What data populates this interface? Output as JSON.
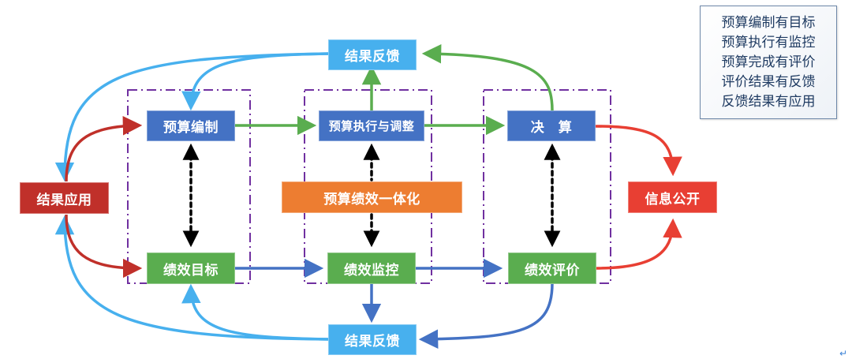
{
  "diagram": {
    "nodes": {
      "feedback_top": "结果反馈",
      "feedback_bottom": "结果反馈",
      "budget_compile": "预算编制",
      "budget_execute": "预算执行与调整",
      "final_accounts": "决　算",
      "perf_target": "绩效目标",
      "perf_monitor": "绩效监控",
      "perf_evaluate": "绩效评价",
      "integration": "预算绩效一体化",
      "result_apply": "结果应用",
      "info_disclosure": "信息公开"
    },
    "legend": [
      "预算编制有目标",
      "预算执行有监控",
      "预算完成有评价",
      "评价结果有反馈",
      "反馈结果有应用"
    ],
    "colors": {
      "budget_node": "#4472c4",
      "performance_node": "#5aad4f",
      "feedback_node": "#47b0ee",
      "integration_node": "#ed7d31",
      "apply_node": "#c0302a",
      "disclosure_node": "#e83f33",
      "group_border": "#7030a0",
      "arrow_green": "#5aad4f",
      "arrow_blue": "#4472c4",
      "arrow_sky": "#47b0ee",
      "arrow_darkred": "#c0302a",
      "arrow_red": "#e83f33",
      "arrow_black": "#000000"
    },
    "paragraph_mark": "↵"
  }
}
